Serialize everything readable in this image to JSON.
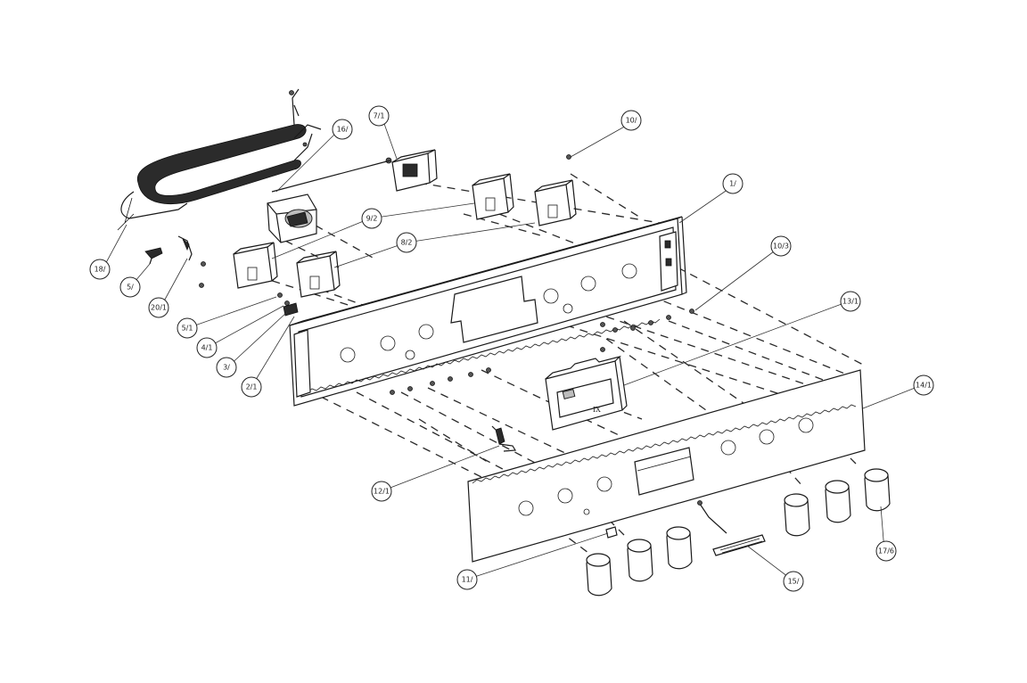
{
  "callouts": [
    {
      "id": "c-16",
      "label": "16/"
    },
    {
      "id": "c-7-1",
      "label": "7/1"
    },
    {
      "id": "c-10",
      "label": "10/"
    },
    {
      "id": "c-1",
      "label": "1/"
    },
    {
      "id": "c-9-2",
      "label": "9/2"
    },
    {
      "id": "c-8-2",
      "label": "8/2"
    },
    {
      "id": "c-18",
      "label": "18/"
    },
    {
      "id": "c-10-3",
      "label": "10/3"
    },
    {
      "id": "c-13-1",
      "label": "13/1"
    },
    {
      "id": "c-5",
      "label": "5/"
    },
    {
      "id": "c-20-1",
      "label": "20/1"
    },
    {
      "id": "c-5-1",
      "label": "5/1"
    },
    {
      "id": "c-4-1",
      "label": "4/1"
    },
    {
      "id": "c-3",
      "label": "3/"
    },
    {
      "id": "c-2-1",
      "label": "2/1"
    },
    {
      "id": "c-14-1",
      "label": "14/1"
    },
    {
      "id": "c-12-1",
      "label": "12/1"
    },
    {
      "id": "c-17-6",
      "label": "17/6"
    },
    {
      "id": "c-11",
      "label": "11/"
    },
    {
      "id": "c-15",
      "label": "15/"
    }
  ]
}
